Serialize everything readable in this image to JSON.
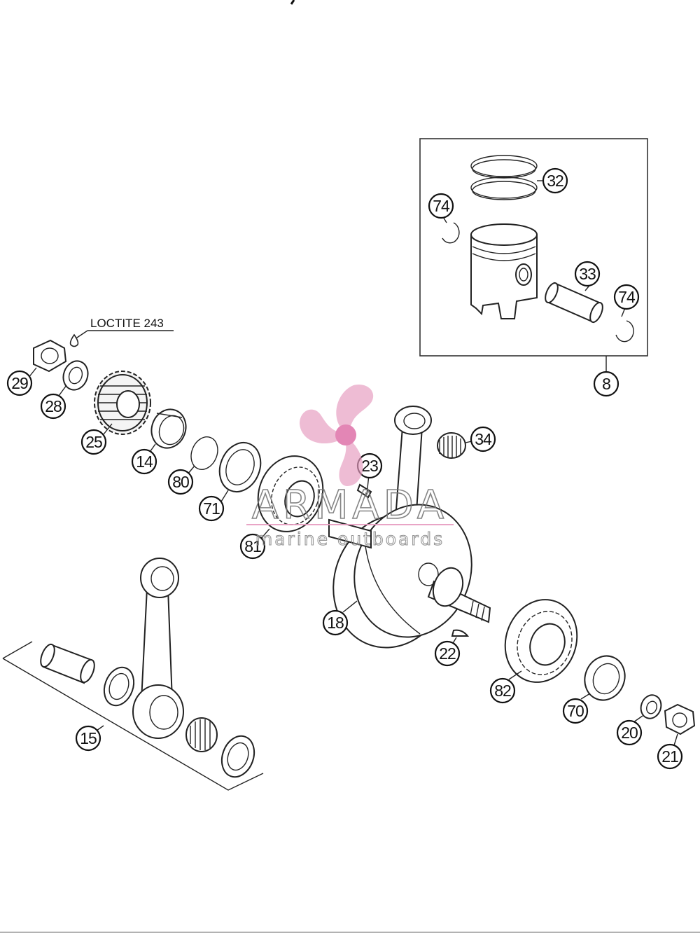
{
  "note": {
    "label": "LOCTITE 243"
  },
  "watermark": {
    "brand": "ARMADA",
    "tagline": "marine outboards",
    "accent_color": "#e79cc0",
    "text_color": "#7a7a7a"
  },
  "callouts": {
    "c8": "8",
    "c14": "14",
    "c15": "15",
    "c18": "18",
    "c20": "20",
    "c21": "21",
    "c22": "22",
    "c23": "23",
    "c25": "25",
    "c28": "28",
    "c29": "29",
    "c32": "32",
    "c33": "33",
    "c34": "34",
    "c70": "70",
    "c71": "71",
    "c74a": "74",
    "c74b": "74",
    "c80": "80",
    "c81": "81",
    "c82": "82"
  }
}
